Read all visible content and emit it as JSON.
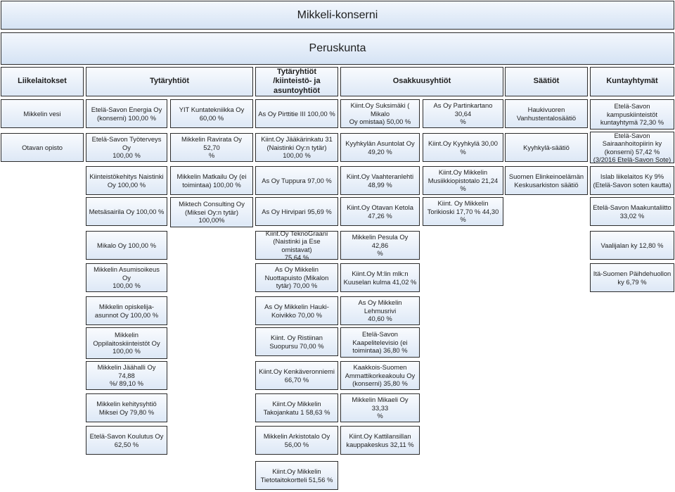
{
  "title": "Mikkeli-konserni",
  "subtitle": "Peruskunta",
  "headers": {
    "liikelaitokset": "Liikelaitokset",
    "tytaryhtiot": "Tytäryhtiöt",
    "tytaryhtiot_kiinteisto": "Tytäryhtiöt\n/kiinteistö- ja\nasuntoyhtiöt",
    "osakkuusyhtiot": "Osakkuusyhtiöt",
    "saatiot": "Säätiöt",
    "kuntayhtymat": "Kuntayhtymät"
  },
  "liikelaitokset": [
    "Mikkelin vesi",
    "Otavan opisto"
  ],
  "tytaryhtiot_a": [
    "Etelä-Savon Energia Oy\n(konserni) 100,00 %",
    "Etelä-Savon Työterveys Oy\n100,00 %",
    "Kiinteistökehitys Naistinki\nOy 100,00 %",
    "Metsäsairila Oy 100,00 %",
    "Mikalo Oy 100,00 %",
    "Mikkelin Asumisoikeus Oy\n100,00 %",
    "Mikkelin opiskelija-\nasunnot Oy 100,00 %",
    "Mikkelin\nOppilaitoskiinteistöt Oy\n100,00 %",
    "Mikkelin Jäähalli Oy 74,88\n%/ 89,10 %",
    "Mikkelin kehitysyhtiö\nMiksei Oy 79,80 %",
    "Etelä-Savon Koulutus Oy\n62,50 %"
  ],
  "tytaryhtiot_b": [
    "YIT Kuntatekniikka Oy\n60,00 %",
    "Mikkelin Ravirata Oy 52,70\n%",
    "Mikkelin Matkailu Oy (ei\ntoimintaa) 100,00 %",
    "Miktech Consulting Oy\n(Miksei Oy:n tytär)\n100,00%"
  ],
  "tytaryhtiot_kiinteisto": [
    "As Oy Pirttitie III 100,00 %",
    "Kiint.Oy Jääkärinkatu 31\n(Naistinki Oy:n tytär)\n100,00 %",
    "As Oy Tuppura 97,00 %",
    "As Oy Hirvipari 95,69 %",
    "Kiint.Oy TeknoGraani\n(Naistinki ja Ese omistavat)\n75,64 %",
    "As Oy Mikkelin\nNuottapuisto (Mikalon\ntytär) 70,00 %",
    "As Oy Mikkelin Hauki-\nKoivikko 70,00 %",
    "Kiint. Oy Ristiinan\nSuopursu 70,00 %",
    "Kiint.Oy Kenkäveronniemi\n66,70 %",
    "Kiint.Oy Mikkelin\nTakojankatu 1 58,63 %",
    "Mikkelin Arkistotalo Oy\n56,00 %",
    "Kiint.Oy Mikkelin\nTietotaitokortteli 51,56 %"
  ],
  "osakkuus_a": [
    "Kiint.Oy Suksimäki ( Mikalo\nOy omistaa) 50,00 %",
    "Kyyhkylän Asuntolat Oy\n49,20 %",
    "Kiint.Oy Vaahteranlehti\n48,99 %",
    "Kiint.Oy Otavan Ketola\n47,26 %",
    "Mikkelin Pesula Oy 42,86\n%",
    "Kiint.Oy M:lin mlk:n\nKuuselan kulma 41,02 %",
    "As Oy Mikkelin Lehmusrivi\n40,60 %",
    "Etelä-Savon\nKaapelitelevisio (ei\ntoimintaa) 36,80 %",
    "Kaakkois-Suomen\nAmmattikorkeakoulu Oy\n(konserni) 35,80 %",
    "Mikkelin Mikaeli Oy 33,33\n%",
    "Kiint.Oy Kattilansillan\nkauppakeskus 32,11 %"
  ],
  "osakkuus_b": [
    "As Oy Partinkartano 30,64\n%",
    "Kiint.Oy Kyyhkylä 30,00 %",
    "Kiint.Oy Mikkelin\nMusiikkiopistotalo 21,24 %",
    "Kiint. Oy Mikkelin\nTorikioski 17,70 % 44,30 %"
  ],
  "saatiot": [
    "Haukivuoren\nVanhustentalosäätiö",
    "Kyyhkylä-säätiö",
    "Suomen Elinkeinoelämän\nKeskusarkiston säätiö"
  ],
  "kuntayhtymat": [
    "Etelä-Savon\nkampuskiinteistöt\nkuntayhtymä 72,30 %",
    "Etelä-Savon\nSairaanhoitopiirin ky\n(konserni) 57,42 %\n(3/2016 Etelä-Savon Sote)",
    "Islab liikelaitos Ky 9%\n(Etelä-Savon soten kautta)",
    "Etelä-Savon Maakuntaliitto\n33,02 %",
    "Vaalijalan ky 12,80 %",
    "Itä-Suomen Päihdehuollon\nky 6,79 %"
  ]
}
